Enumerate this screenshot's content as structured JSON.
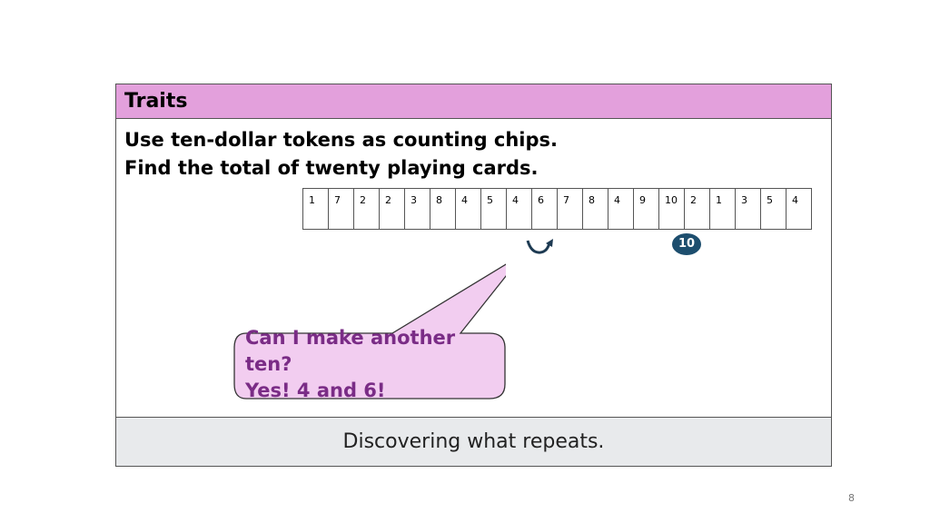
{
  "header": {
    "title": "Traits"
  },
  "instructions": {
    "line1": "Use ten-dollar tokens as counting chips.",
    "line2": "Find the total of twenty playing cards."
  },
  "cards": [
    "1",
    "7",
    "2",
    "2",
    "3",
    "8",
    "4",
    "5",
    "4",
    "6",
    "7",
    "8",
    "4",
    "9",
    "10",
    "2",
    "1",
    "3",
    "5",
    "4"
  ],
  "token": {
    "label": "10",
    "color": "#1d4e6e"
  },
  "callout": {
    "line1": "Can I make another",
    "line2": "ten?",
    "line3": "Yes! 4 and 6!",
    "text_color": "#7a2c86",
    "fill_color": "#f2cdf0"
  },
  "footer": {
    "text": "Discovering what repeats."
  },
  "page": {
    "number": "8"
  },
  "icons": {
    "arrow": "curved-arrow-icon"
  }
}
